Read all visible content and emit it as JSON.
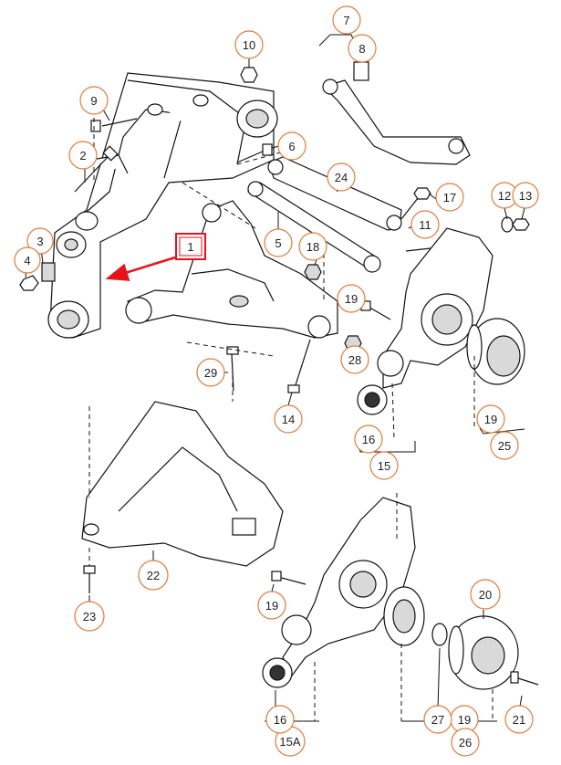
{
  "diagram": {
    "highlight_color": "#e8121b",
    "callout_color": "#e07b39",
    "callouts": [
      "1",
      "2",
      "3",
      "4",
      "5",
      "6",
      "7",
      "8",
      "9",
      "10",
      "11",
      "12",
      "13",
      "14",
      "15",
      "15A",
      "16",
      "16",
      "17",
      "18",
      "19",
      "19",
      "19",
      "19",
      "19",
      "20",
      "21",
      "22",
      "23",
      "24",
      "25",
      "26",
      "27",
      "28",
      "29"
    ]
  }
}
